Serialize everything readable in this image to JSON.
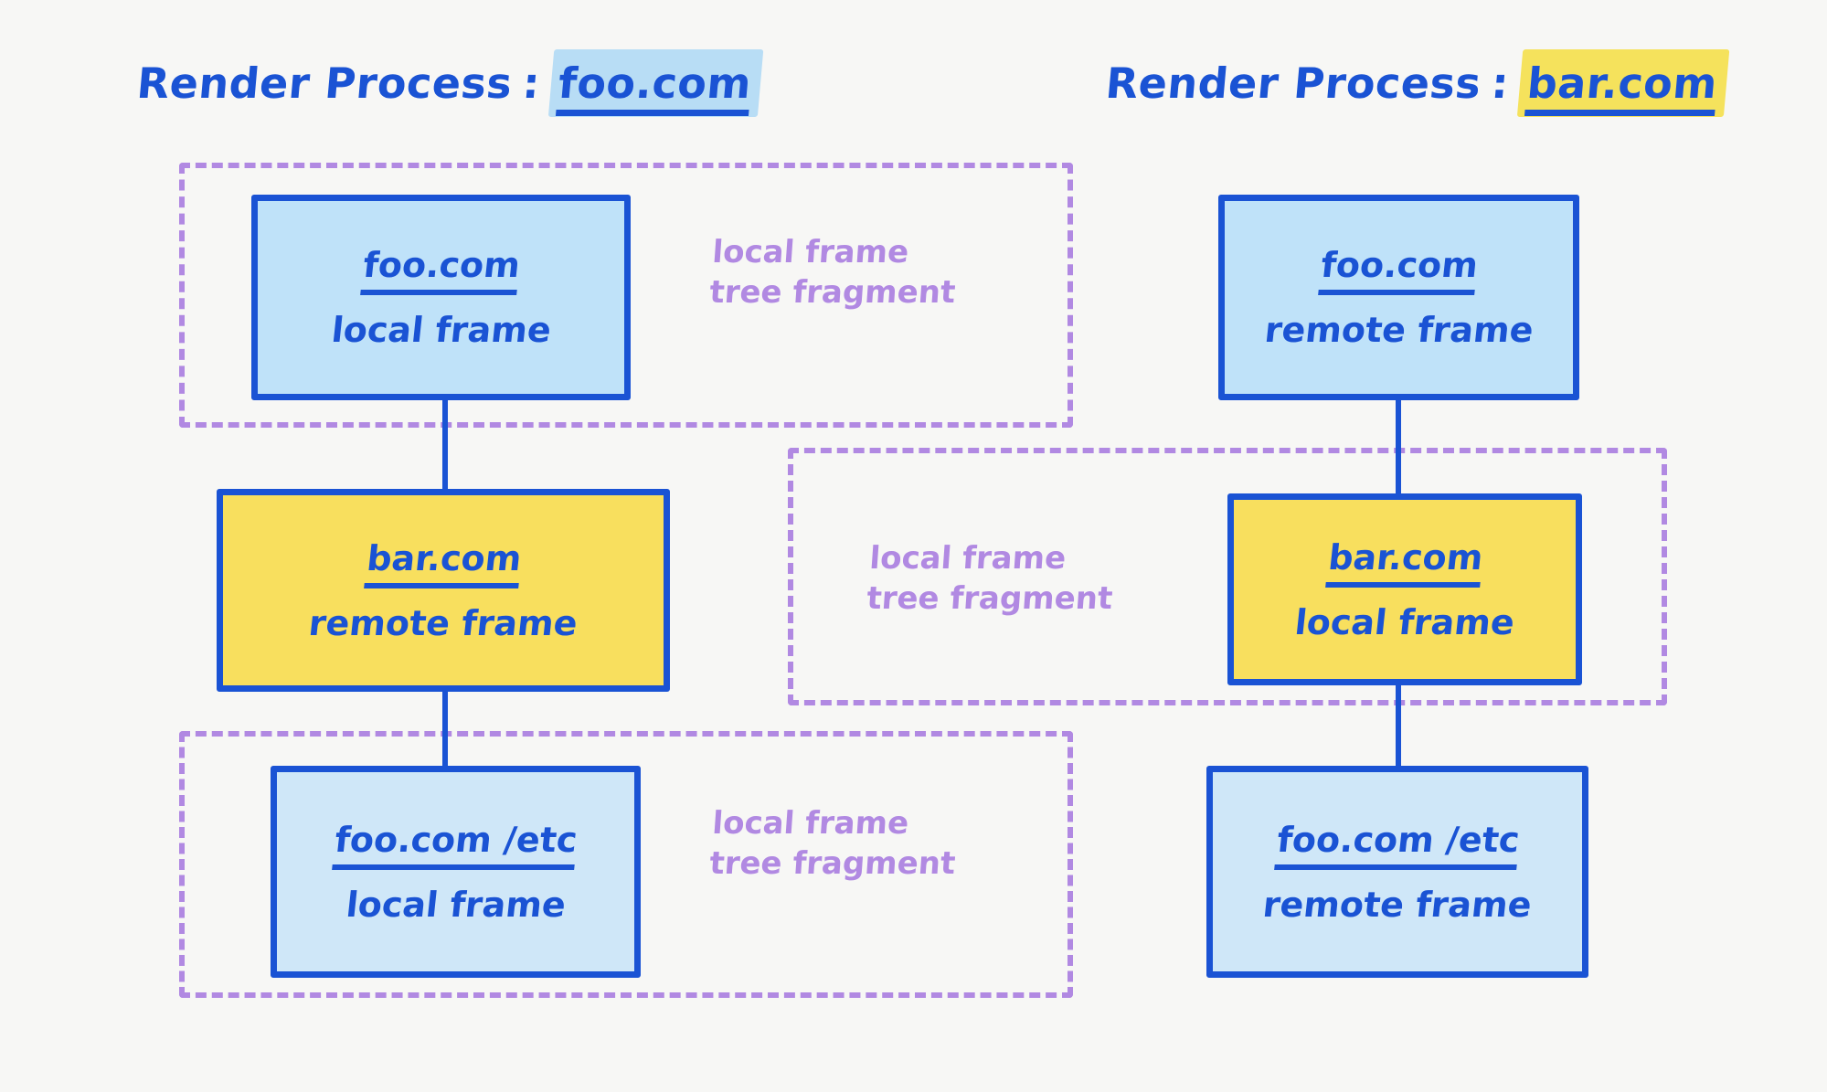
{
  "background_color": "#f7f7f5",
  "colors": {
    "ink_blue": "#1a53d4",
    "light_blue_fill": "#bfe2f9",
    "pale_blue_fill": "#cfe7f8",
    "yellow_fill": "#f8df5e",
    "purple_dashed": "#b189e2",
    "highlight_blue": "#b8ddf5",
    "highlight_yellow": "#f5e25c"
  },
  "processes": [
    {
      "id": "left",
      "title_prefix": "Render Process",
      "title_colon": ":",
      "origin": "foo.com",
      "highlight_color": "#b8ddf5"
    },
    {
      "id": "right",
      "title_prefix": "Render Process",
      "title_colon": ":",
      "origin": "bar.com",
      "highlight_color": "#f5e25c"
    }
  ],
  "nodes": [
    {
      "id": "left-foo",
      "origin": "foo.com",
      "kind": "local frame",
      "fill": "blue"
    },
    {
      "id": "left-bar",
      "origin": "bar.com",
      "kind": "remote frame",
      "fill": "yellow"
    },
    {
      "id": "left-foo-etc",
      "origin": "foo.com /etc",
      "kind": "local frame",
      "fill": "blue-pale"
    },
    {
      "id": "right-foo",
      "origin": "foo.com",
      "kind": "remote frame",
      "fill": "blue"
    },
    {
      "id": "right-bar",
      "origin": "bar.com",
      "kind": "local frame",
      "fill": "yellow"
    },
    {
      "id": "right-foo-etc",
      "origin": "foo.com /etc",
      "kind": "remote frame",
      "fill": "blue-pale"
    }
  ],
  "fragments": [
    {
      "id": "frag-left-top",
      "label": "local frame\ntree fragment"
    },
    {
      "id": "frag-middle",
      "label": "local frame\ntree fragment"
    },
    {
      "id": "frag-left-bottom",
      "label": "local frame\ntree fragment"
    }
  ]
}
